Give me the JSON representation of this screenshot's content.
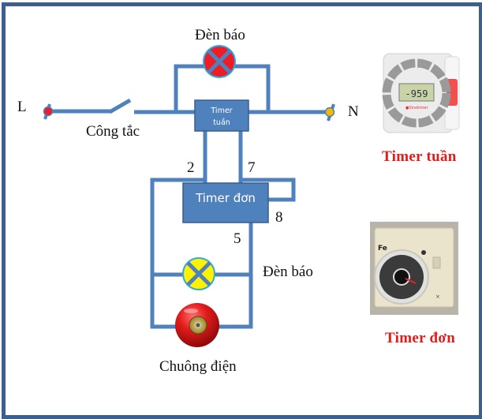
{
  "diagram": {
    "terminals": {
      "line_label": "L",
      "neutral_label": "N",
      "line_color": "#ee1c24",
      "neutral_color": "#f4b800"
    },
    "switch_label": "Công tắc",
    "top_lamp": {
      "label": "Đèn báo",
      "color": "#ee1c24"
    },
    "weekly_timer": {
      "label_line1": "Timer",
      "label_line2": "tuần"
    },
    "single_timer": {
      "label": "Timer đơn"
    },
    "pins": {
      "p2": "2",
      "p7": "7",
      "p8": "8",
      "p5": "5"
    },
    "bottom_lamp": {
      "label": "Đèn báo",
      "color": "#fff200"
    },
    "bell": {
      "label": "Chuông điện"
    },
    "wire_color": "#4f81bd",
    "box_fill": "#4f81bd",
    "box_border": "#385d8a"
  },
  "photos": {
    "weekly_timer_caption": "Timer  tuần",
    "weekly_timer_display": "-959",
    "single_timer_caption": "Timer  đơn"
  },
  "frame_color": "#3b5f8e"
}
